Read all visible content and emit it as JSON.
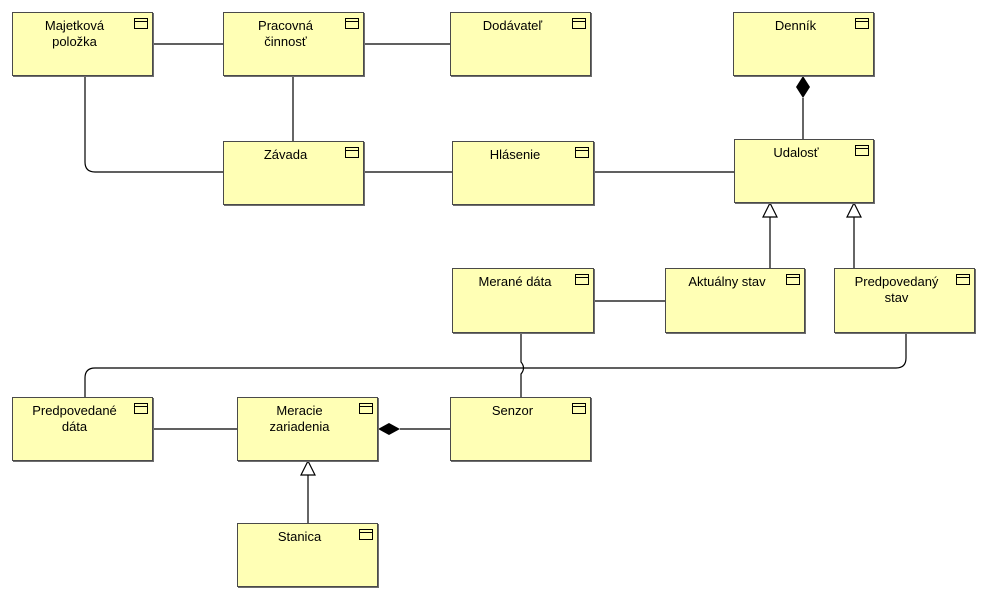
{
  "colors": {
    "node_fill": "#ffffb5",
    "node_border": "#4a4a4a",
    "line": "#000000"
  },
  "nodes": {
    "majetkova_polozka": {
      "label": "Majetková\npoložka",
      "icon": "class-icon"
    },
    "pracovna_cinnost": {
      "label": "Pracovná\nčinnosť",
      "icon": "class-icon"
    },
    "dodavatel": {
      "label": "Dodávateľ",
      "icon": "class-icon"
    },
    "dennik": {
      "label": "Denník",
      "icon": "class-icon"
    },
    "zavada": {
      "label": "Závada",
      "icon": "class-icon"
    },
    "hlasenie": {
      "label": "Hlásenie",
      "icon": "class-icon"
    },
    "udalost": {
      "label": "Udalosť",
      "icon": "class-icon"
    },
    "merane_data": {
      "label": "Merané dáta",
      "icon": "class-icon"
    },
    "aktualny_stav": {
      "label": "Aktuálny stav",
      "icon": "class-icon"
    },
    "predpovedany_stav": {
      "label": "Predpovedaný\nstav",
      "icon": "class-icon"
    },
    "predpovedane_data": {
      "label": "Predpovedané\ndáta",
      "icon": "class-icon"
    },
    "meracie_zariadenia": {
      "label": "Meracie\nzariadenia",
      "icon": "class-icon"
    },
    "senzor": {
      "label": "Senzor",
      "icon": "class-icon"
    },
    "stanica": {
      "label": "Stanica",
      "icon": "class-icon"
    }
  },
  "relations": [
    {
      "from": "majetkova_polozka",
      "to": "pracovna_cinnost",
      "type": "association"
    },
    {
      "from": "pracovna_cinnost",
      "to": "dodavatel",
      "type": "association"
    },
    {
      "from": "majetkova_polozka",
      "to": "zavada",
      "type": "association"
    },
    {
      "from": "pracovna_cinnost",
      "to": "zavada",
      "type": "association"
    },
    {
      "from": "zavada",
      "to": "hlasenie",
      "type": "association"
    },
    {
      "from": "hlasenie",
      "to": "udalost",
      "type": "association"
    },
    {
      "from": "dennik",
      "to": "udalost",
      "type": "composition"
    },
    {
      "from": "aktualny_stav",
      "to": "udalost",
      "type": "generalization"
    },
    {
      "from": "predpovedany_stav",
      "to": "udalost",
      "type": "generalization"
    },
    {
      "from": "merane_data",
      "to": "aktualny_stav",
      "type": "association"
    },
    {
      "from": "merane_data",
      "to": "senzor",
      "type": "association"
    },
    {
      "from": "predpovedany_stav",
      "to": "predpovedane_data",
      "type": "association"
    },
    {
      "from": "predpovedane_data",
      "to": "meracie_zariadenia",
      "type": "association"
    },
    {
      "from": "meracie_zariadenia",
      "to": "senzor",
      "type": "composition"
    },
    {
      "from": "stanica",
      "to": "meracie_zariadenia",
      "type": "generalization"
    }
  ]
}
